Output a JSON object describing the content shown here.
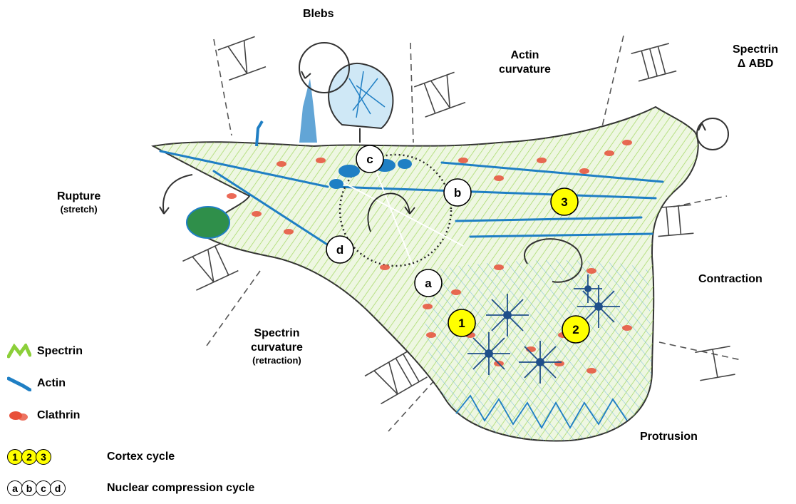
{
  "labels": {
    "blebs": "Blebs",
    "actin_curvature_1": "Actin",
    "actin_curvature_2": "curvature",
    "spectrin_abd_1": "Spectrin",
    "spectrin_abd_2": "Δ ABD",
    "rupture": "Rupture",
    "rupture_sub": "(stretch)",
    "contraction": "Contraction",
    "spectrin_curvature_1": "Spectrin",
    "spectrin_curvature_2": "curvature",
    "spectrin_curvature_sub": "(retraction)",
    "protrusion": "Protrusion"
  },
  "markers": {
    "yellow": [
      "1",
      "2",
      "3"
    ],
    "white": [
      "a",
      "b",
      "c",
      "d"
    ]
  },
  "legend": {
    "spectrin": "Spectrin",
    "actin": "Actin",
    "clathrin": "Clathrin",
    "cortex_cycle": "Cortex cycle",
    "nuclear_cycle": "Nuclear compression cycle"
  },
  "colors": {
    "spectrin": "#8ccf3a",
    "actin": "#1f7fc4",
    "clathrin": "#e8503a",
    "cortex_marker": "#ffff00",
    "nuclear_marker": "#ffffff"
  }
}
